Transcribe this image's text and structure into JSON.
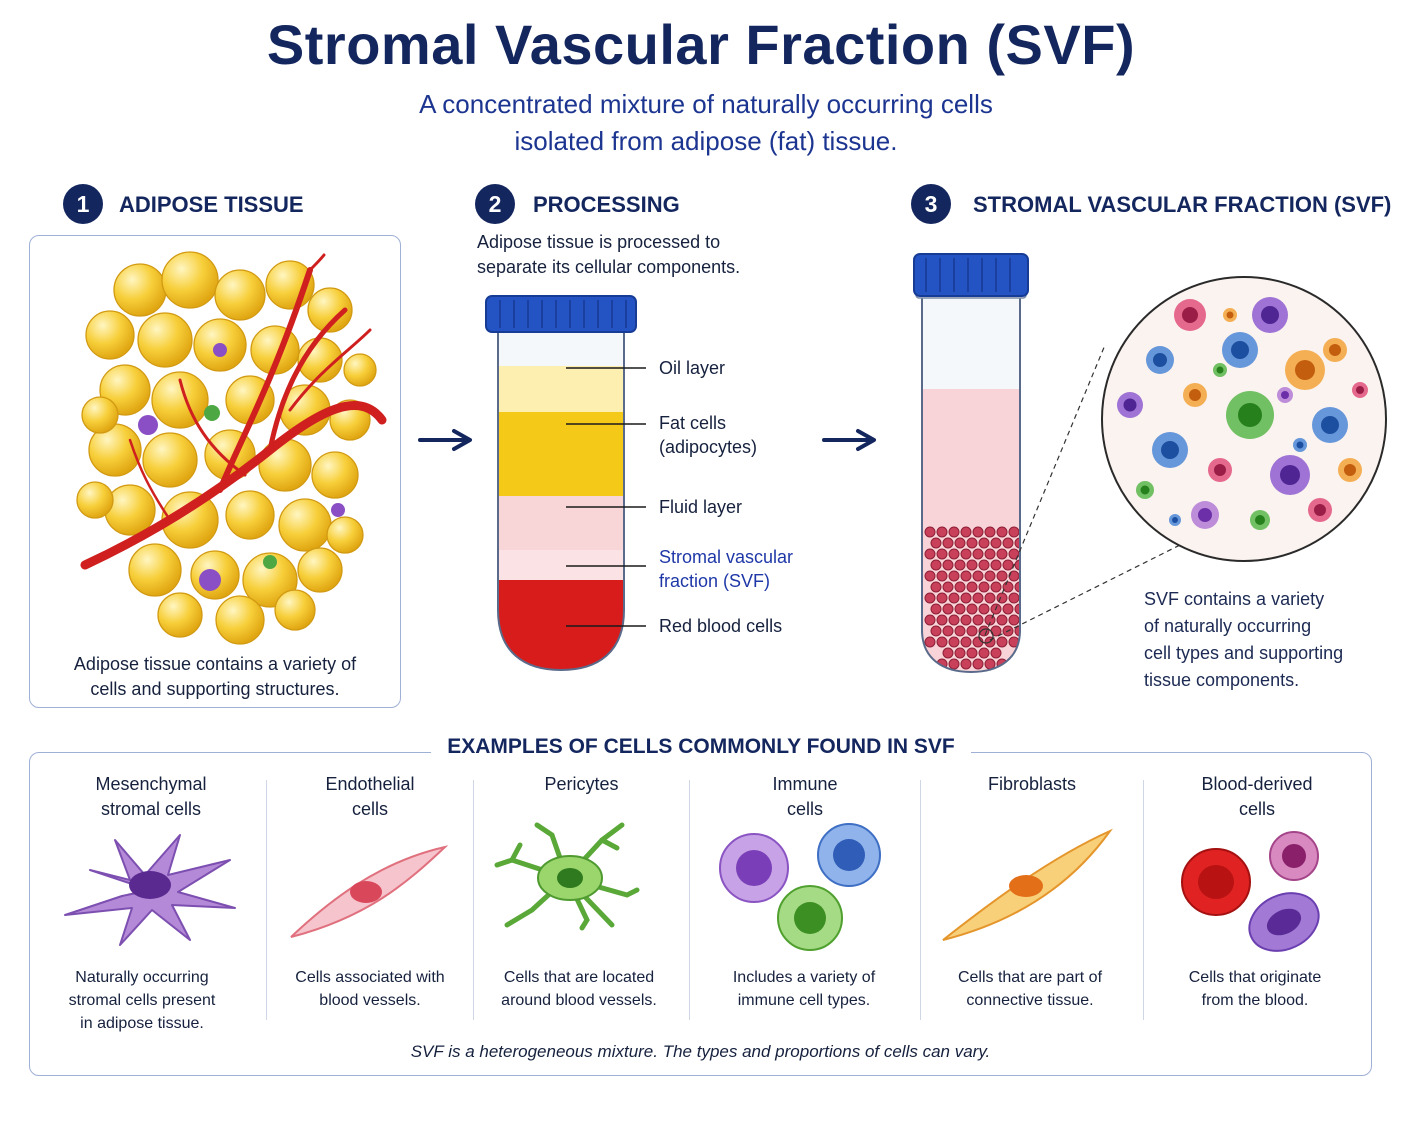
{
  "title": "Stromal Vascular Fraction (SVF)",
  "subtitle": {
    "line1": "A concentrated mixture of naturally occurring cells",
    "line2": "isolated from adipose (fat) tissue."
  },
  "steps": [
    {
      "number": "1",
      "title": "ADIPOSE TISSUE",
      "caption_line1": "Adipose tissue contains a variety of",
      "caption_line2": "cells and supporting structures."
    },
    {
      "number": "2",
      "title": "PROCESSING",
      "caption_line1": "Adipose tissue is processed to",
      "caption_line2": "separate its cellular components."
    },
    {
      "number": "3",
      "title": "STROMAL VASCULAR FRACTION (SVF)",
      "note_line1": "SVF contains a variety",
      "note_line2": "of naturally occurring",
      "note_line3": "cell types and supporting",
      "note_line4": "tissue components."
    }
  ],
  "tube_layers": [
    {
      "line1": "Oil layer",
      "line2": "",
      "color": "#fcefb0"
    },
    {
      "line1": "Fat cells",
      "line2": "(adipocytes)",
      "color": "#f5c918"
    },
    {
      "line1": "Fluid layer",
      "line2": "",
      "color": "#f8d6d8"
    },
    {
      "line1": "Stromal vascular",
      "line2": "fraction (SVF)",
      "color": "#fbe3e5"
    },
    {
      "line1": "Red blood cells",
      "line2": "",
      "color": "#d81c1c"
    }
  ],
  "examples": {
    "heading": "EXAMPLES OF CELLS COMMONLY FOUND IN SVF",
    "cells": [
      {
        "name_line1": "Mesenchymal",
        "name_line2": "stromal cells",
        "desc_line1": "Naturally occurring",
        "desc_line2": "stromal cells present",
        "desc_line3": "in adipose tissue.",
        "icon": "mesenchymal-cell-icon"
      },
      {
        "name_line1": "Endothelial",
        "name_line2": "cells",
        "desc_line1": "Cells associated with",
        "desc_line2": "blood vessels.",
        "desc_line3": "",
        "icon": "endothelial-cell-icon"
      },
      {
        "name_line1": "Pericytes",
        "name_line2": "",
        "desc_line1": "Cells that are located",
        "desc_line2": "around blood vessels.",
        "desc_line3": "",
        "icon": "pericyte-icon"
      },
      {
        "name_line1": "Immune",
        "name_line2": "cells",
        "desc_line1": "Includes a variety of",
        "desc_line2": "immune cell types.",
        "desc_line3": "",
        "icon": "immune-cells-icon"
      },
      {
        "name_line1": "Fibroblasts",
        "name_line2": "",
        "desc_line1": "Cells that are part of",
        "desc_line2": "connective tissue.",
        "desc_line3": "",
        "icon": "fibroblast-icon"
      },
      {
        "name_line1": "Blood-derived",
        "name_line2": "cells",
        "desc_line1": "Cells that originate",
        "desc_line2": "from the blood.",
        "desc_line3": "",
        "icon": "blood-cells-icon"
      }
    ],
    "footer": "SVF is a heterogeneous mixture. The types and proportions of cells can vary."
  },
  "colors": {
    "navy": "#13265e",
    "accent_blue": "#1f38a8",
    "fat_yellow": "#f5c918",
    "blood_red": "#d81c1c",
    "tube_cap": "#2454c4"
  }
}
